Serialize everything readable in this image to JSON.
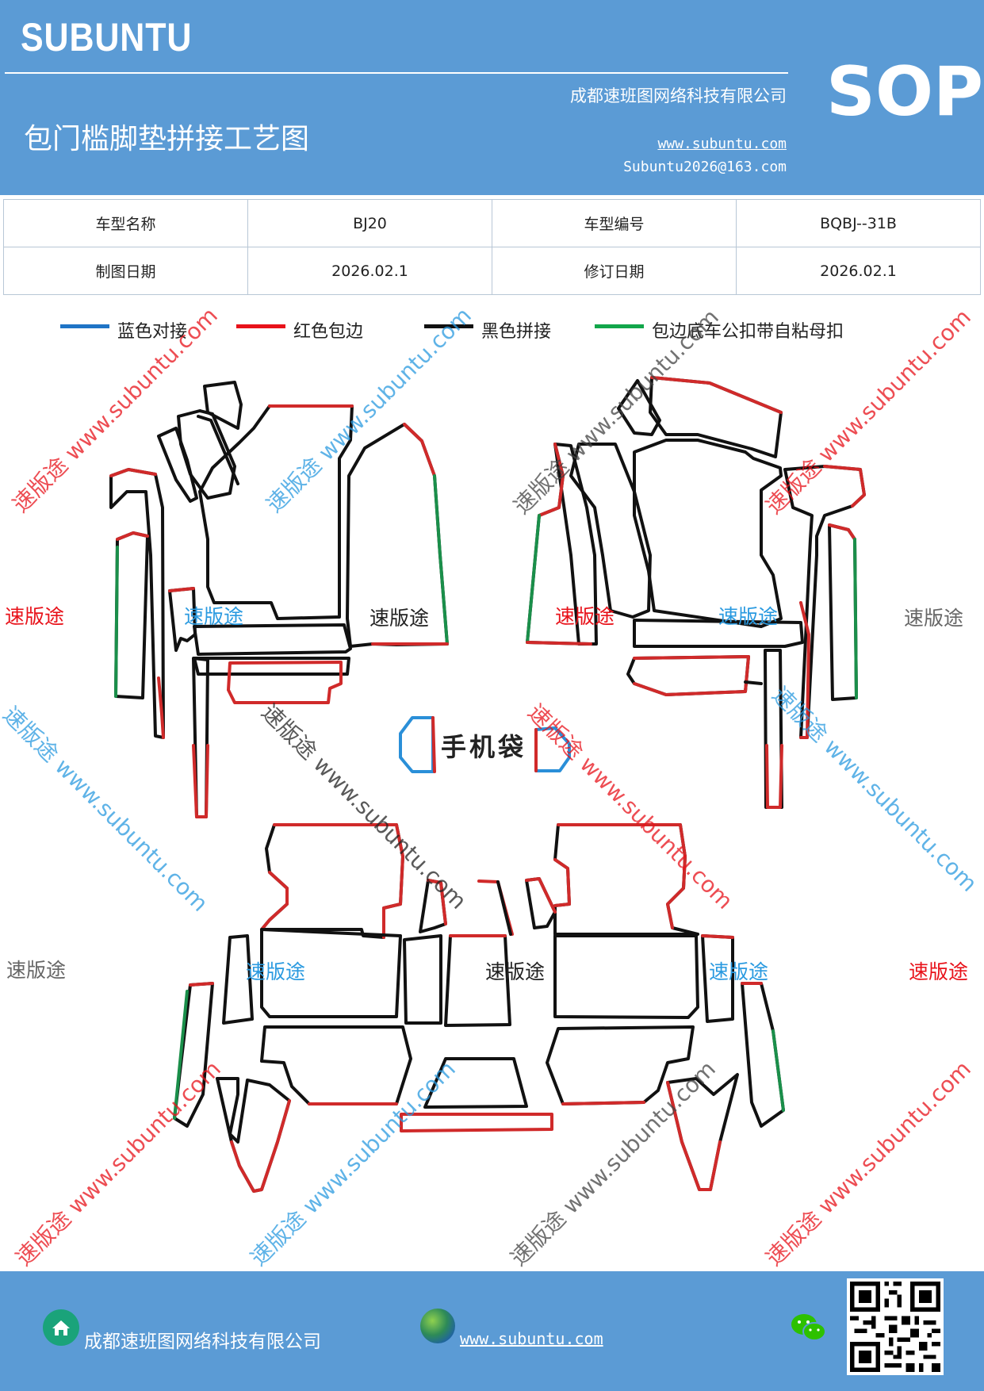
{
  "header": {
    "brand": "SUBUNTU",
    "sop": "SOP",
    "company": "成都速班图网络科技有限公司",
    "title": "包门槛脚垫拼接工艺图",
    "website": "www.subuntu.com",
    "email": "Subuntu2026@163.com"
  },
  "info_table": {
    "model_name_label": "车型名称",
    "model_name_value": "BJ20",
    "model_code_label": "车型编号",
    "model_code_value": "BQBJ--31B",
    "draw_date_label": "制图日期",
    "draw_date_value": "2026.02.1",
    "revise_date_label": "修订日期",
    "revise_date_value": "2026.02.1"
  },
  "legend": [
    {
      "label": "蓝色对接",
      "color": "#1f74c6"
    },
    {
      "label": "红色包边",
      "color": "#e8121a"
    },
    {
      "label": "黑色拼接",
      "color": "#111111"
    },
    {
      "label": "包边底车公扣带自粘母扣",
      "color": "#12a64a"
    }
  ],
  "colors": {
    "brand_blue": "#5b9bd5",
    "line_red": "#d02a2a",
    "line_green": "#1a8f4a",
    "line_blue": "#2a8fd8",
    "line_black": "#111111"
  },
  "diagram": {
    "pocket_label": "手机袋"
  },
  "watermarks": {
    "brand_cn": "速版途",
    "url": "www.subuntu.com",
    "diagonal": "速版途 www.subuntu.com"
  },
  "footer": {
    "company": "成都速班图网络科技有限公司",
    "website": "www.subuntu.com",
    "home_icon": "home-icon",
    "globe_icon": "globe-icon",
    "wechat_icon": "wechat-icon",
    "qr_icon": "qr-code"
  }
}
